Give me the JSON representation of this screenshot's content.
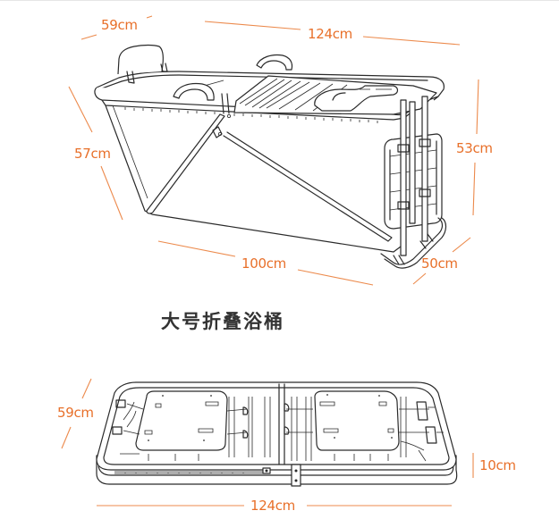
{
  "title": "大号折叠浴桶",
  "accent_color": "#e8702a",
  "line_color": "#2a2a2a",
  "unfolded_view": {
    "dimensions": {
      "top_width": "59cm",
      "top_length": "124cm",
      "side_height_left": "57cm",
      "side_height_right": "53cm",
      "bottom_length": "100cm",
      "bottom_width": "50cm"
    }
  },
  "folded_view": {
    "dimensions": {
      "width": "59cm",
      "length": "124cm",
      "thickness": "10cm"
    }
  }
}
